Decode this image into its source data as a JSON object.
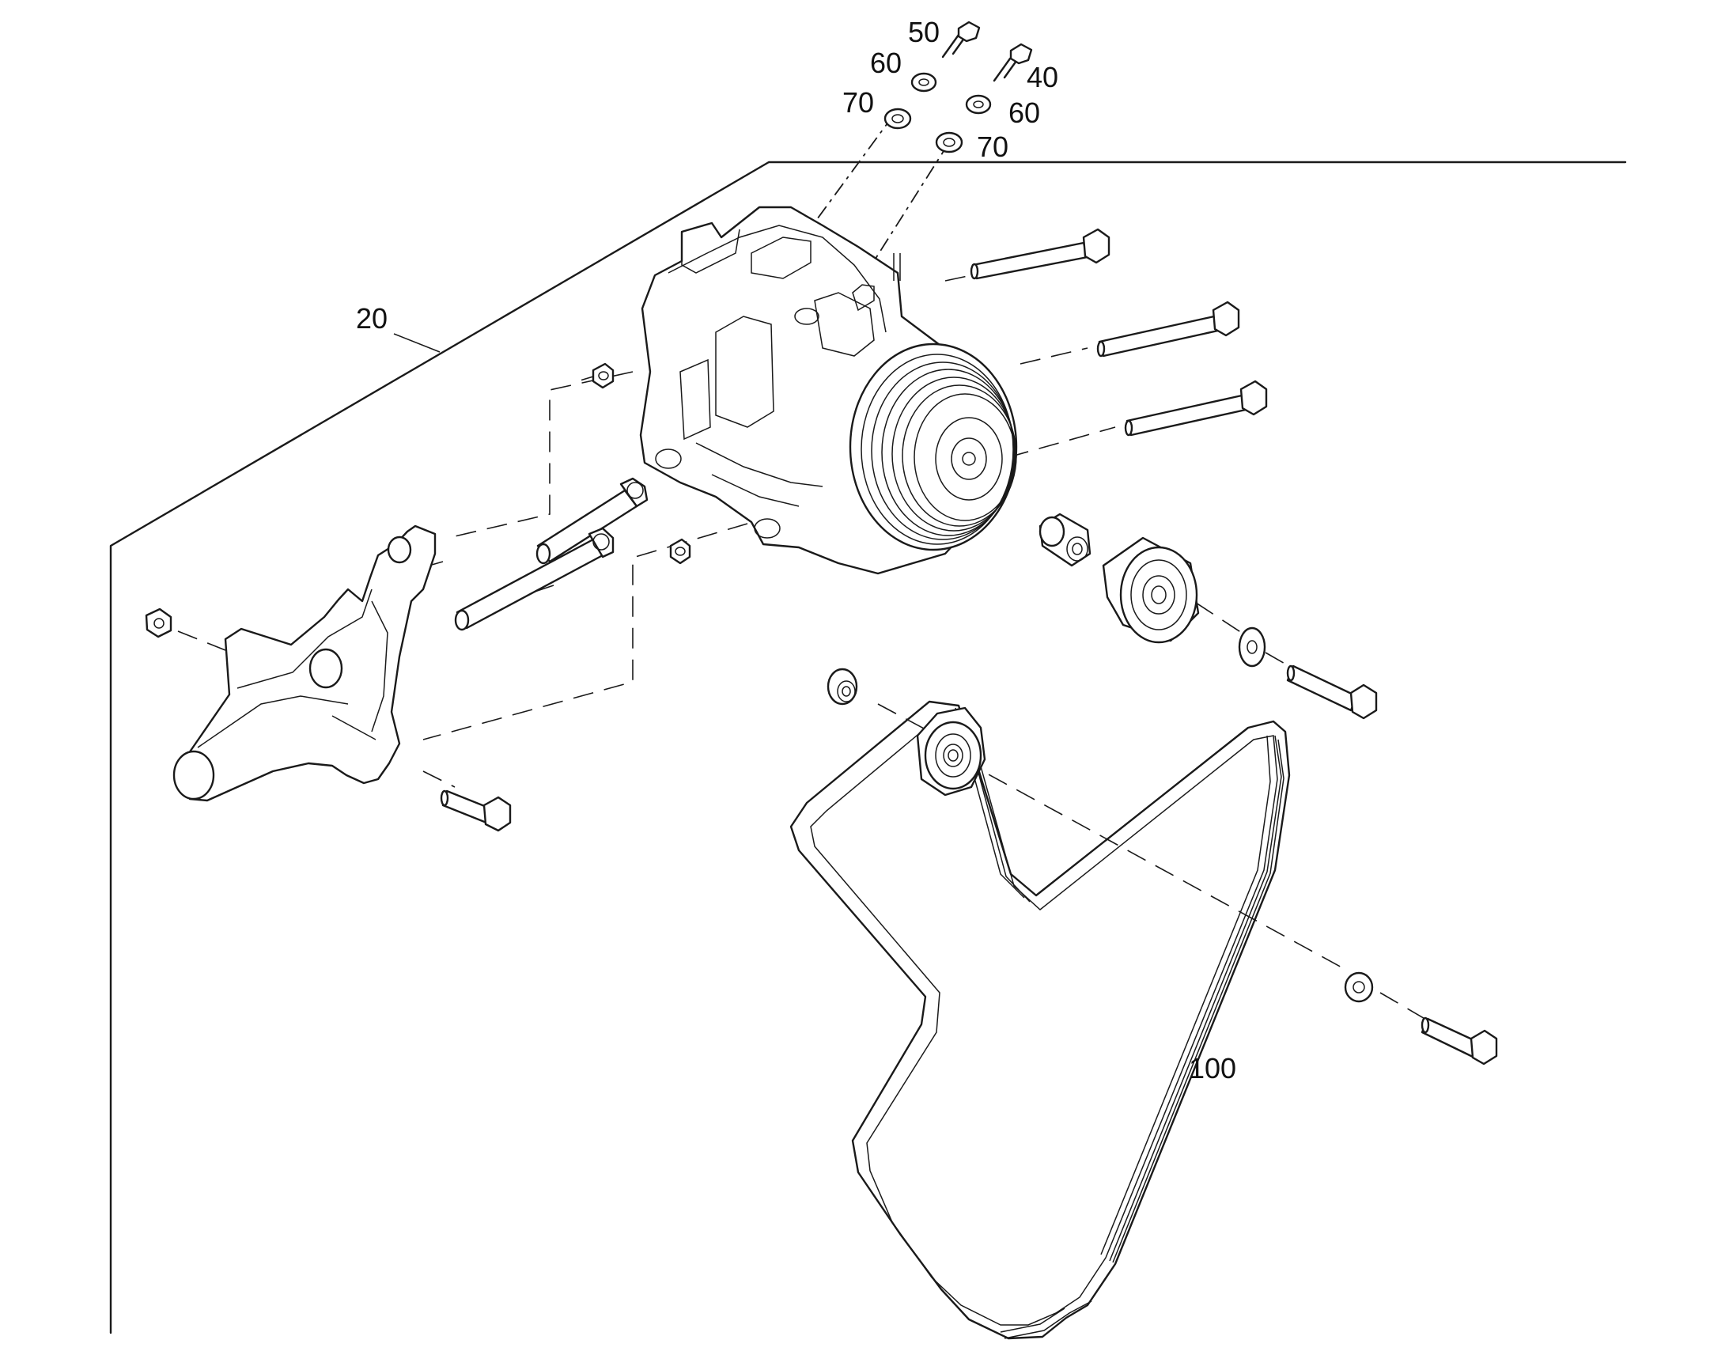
{
  "callouts": {
    "c20": "20",
    "c40": "40",
    "c50": "50",
    "c60a": "60",
    "c60b": "60",
    "c70a": "70",
    "c70b": "70",
    "c100": "100"
  }
}
